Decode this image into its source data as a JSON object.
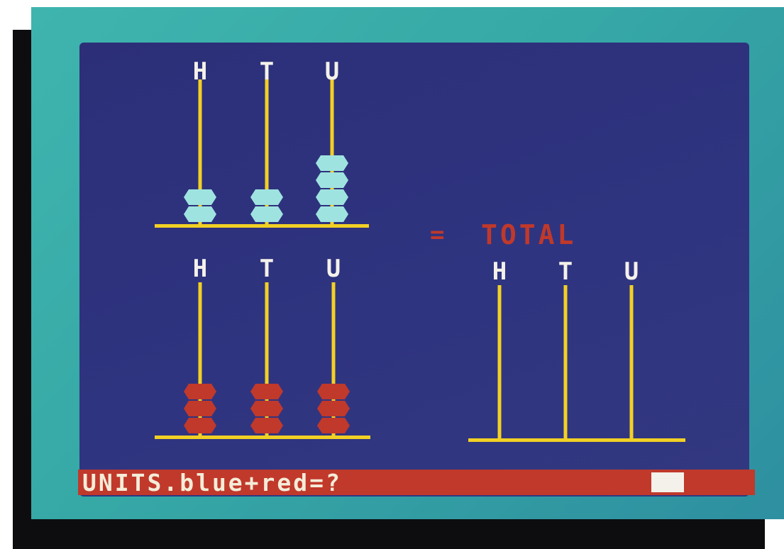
{
  "upper_abacus": {
    "labels": [
      "H",
      "T",
      "U"
    ],
    "bead_counts": [
      2,
      2,
      4
    ],
    "bead_color": "#9fe3e0"
  },
  "lower_abacus": {
    "labels": [
      "H",
      "T",
      "U"
    ],
    "bead_counts": [
      3,
      3,
      3
    ],
    "bead_color": "#c0392b"
  },
  "total_abacus": {
    "labels": [
      "H",
      "T",
      "U"
    ],
    "bead_counts": [
      0,
      0,
      0
    ]
  },
  "equals_sign": "=",
  "total_label": "TOTAL",
  "prompt": {
    "text": "UNITS.blue+red=?"
  },
  "colors": {
    "screen": "#2f3480",
    "rod": "#f2d024",
    "label": "#f4f1ea",
    "total_text": "#c0392b",
    "prompt_bar": "#c0392b",
    "prompt_text": "#f4ecd8"
  }
}
